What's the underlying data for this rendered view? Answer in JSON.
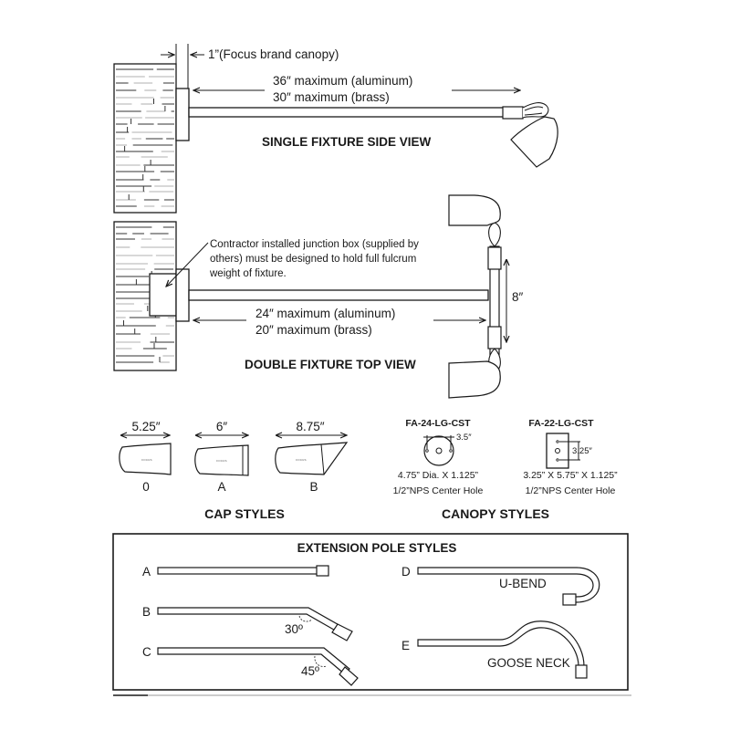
{
  "single_fixture": {
    "canopy_note": "1”(Focus brand canopy)",
    "length_aluminum": "36″ maximum (aluminum)",
    "length_brass": "30″ maximum (brass)",
    "title": "SINGLE FIXTURE SIDE VIEW"
  },
  "double_fixture": {
    "junction_note_line1": "Contractor installed junction box (supplied by",
    "junction_note_line2": "others) must be designed to hold full fulcrum",
    "junction_note_line3": "weight of fixture.",
    "length_aluminum": "24″ maximum (aluminum)",
    "length_brass": "20″ maximum (brass)",
    "spacing": "8″",
    "title": "DOUBLE FIXTURE TOP VIEW"
  },
  "cap_styles": {
    "title": "CAP STYLES",
    "brand_mark": "FOCUS",
    "items": [
      {
        "code": "0",
        "length": "5.25″"
      },
      {
        "code": "A",
        "length": "6″"
      },
      {
        "code": "B",
        "length": "8.75″"
      }
    ]
  },
  "canopy_styles": {
    "title": "CANOPY STYLES",
    "items": [
      {
        "model": "FA-24-LG-CST",
        "hole_spacing": "3.5″",
        "dims": "4.75” Dia. X 1.125”",
        "center_hole": "1/2”NPS Center Hole"
      },
      {
        "model": "FA-22-LG-CST",
        "hole_spacing": "3.25″",
        "dims": "3.25” X 5.75” X 1.125”",
        "center_hole": "1/2”NPS Center Hole"
      }
    ]
  },
  "extension_pole_styles": {
    "title": "EXTENSION POLE STYLES",
    "items": [
      {
        "code": "A",
        "name": "",
        "angle": ""
      },
      {
        "code": "B",
        "name": "",
        "angle": "30º"
      },
      {
        "code": "C",
        "name": "",
        "angle": "45º"
      },
      {
        "code": "D",
        "name": "U-BEND",
        "angle": ""
      },
      {
        "code": "E",
        "name": "GOOSE NECK",
        "angle": ""
      }
    ]
  },
  "colors": {
    "ink": "#1a1a1a",
    "background": "#ffffff",
    "wall_texture": "#999999"
  }
}
